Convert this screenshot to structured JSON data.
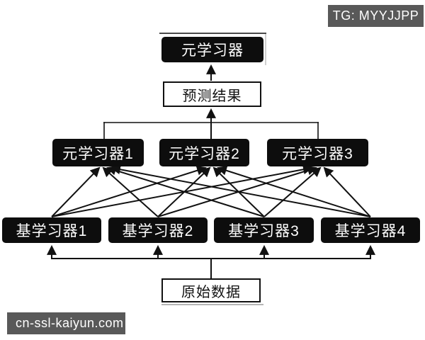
{
  "badges": {
    "tg_label": "TG: MYYJJPP",
    "watermark": "cn-ssl-kaiyun.com",
    "badge_bg_color": "#595959",
    "badge_text_color": "#ffffff"
  },
  "diagram": {
    "title_hint": "stacking-ensemble-structure",
    "final_meta": {
      "id": "final-meta",
      "label": "元学习器"
    },
    "prediction": {
      "id": "prediction",
      "label": "预测结果"
    },
    "meta_learners": [
      {
        "id": "meta-1",
        "label": "元学习器1"
      },
      {
        "id": "meta-2",
        "label": "元学习器2"
      },
      {
        "id": "meta-3",
        "label": "元学习器3"
      }
    ],
    "base_learners": [
      {
        "id": "base-1",
        "label": "基学习器1"
      },
      {
        "id": "base-2",
        "label": "基学习器2"
      },
      {
        "id": "base-3",
        "label": "基学习器3"
      },
      {
        "id": "base-4",
        "label": "基学习器4"
      }
    ],
    "data_source": {
      "id": "data-source",
      "label": "原始数据"
    },
    "edges": [
      {
        "from": "prediction",
        "to": "final-meta"
      },
      {
        "from": "meta-1",
        "to": "prediction"
      },
      {
        "from": "meta-2",
        "to": "prediction"
      },
      {
        "from": "meta-3",
        "to": "prediction"
      },
      {
        "from": "base-1",
        "to": "meta-1"
      },
      {
        "from": "base-1",
        "to": "meta-2"
      },
      {
        "from": "base-1",
        "to": "meta-3"
      },
      {
        "from": "base-2",
        "to": "meta-1"
      },
      {
        "from": "base-2",
        "to": "meta-2"
      },
      {
        "from": "base-2",
        "to": "meta-3"
      },
      {
        "from": "base-3",
        "to": "meta-1"
      },
      {
        "from": "base-3",
        "to": "meta-2"
      },
      {
        "from": "base-3",
        "to": "meta-3"
      },
      {
        "from": "base-4",
        "to": "meta-1"
      },
      {
        "from": "base-4",
        "to": "meta-2"
      },
      {
        "from": "base-4",
        "to": "meta-3"
      },
      {
        "from": "data-source",
        "to": "base-1"
      },
      {
        "from": "data-source",
        "to": "base-2"
      },
      {
        "from": "data-source",
        "to": "base-3"
      },
      {
        "from": "data-source",
        "to": "base-4"
      }
    ],
    "colors": {
      "node_fill": "#0d0d0d",
      "node_text": "#ffffff",
      "io_node_fill": "#ffffff",
      "io_node_border": "#111111",
      "edge_color": "#111111",
      "background": "#ffffff"
    }
  }
}
